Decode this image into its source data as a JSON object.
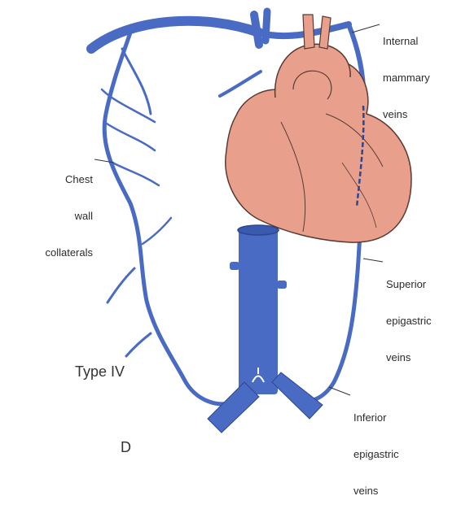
{
  "labels": {
    "internal_mammary": [
      "Internal",
      "mammary",
      "veins"
    ],
    "chest_wall": [
      "Chest",
      "wall",
      "collaterals"
    ],
    "superior_epigastric": [
      "Superior",
      "epigastric",
      "veins"
    ],
    "inferior_epigastric": [
      "Inferior",
      "epigastric",
      "veins"
    ],
    "type": "Type IV",
    "panel": "D"
  },
  "colors": {
    "vein": "#4a6bc4",
    "vein_dark": "#2c4690",
    "heart": "#e8a08c",
    "heart_outline": "#5a3a34"
  }
}
